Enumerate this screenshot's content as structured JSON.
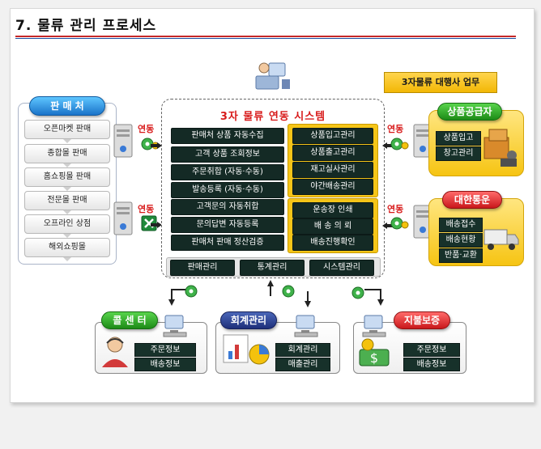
{
  "title": "7. 물류 관리 프로세스",
  "vendor_label": "3자물류 대행사 업무",
  "left": {
    "header": "판 매 처",
    "channels": [
      "오픈마켓 판매",
      "종합몰 판매",
      "홈쇼핑몰 판매",
      "전문몰 판매",
      "오프라인 상점",
      "해외쇼핑몰"
    ]
  },
  "link_label": "연동",
  "center": {
    "title": "3자 물류 연동 시스템",
    "dark_items": [
      "판매처 상품 자동수집",
      "고객 상품 조회정보",
      "주문취합 (자동·수동)",
      "발송등록 (자동·수동)",
      "고객문의 자동취합",
      "문의답변 자동등록",
      "판매처 판매 정산검증"
    ],
    "orange_top": [
      "상품입고관리",
      "상품출고관리",
      "재고실사관리",
      "야간배송관리"
    ],
    "orange_bottom": [
      "운송장 인쇄",
      "배 송 의 뢰",
      "배송진행확인"
    ],
    "bottom_items": [
      "판매관리",
      "통계관리",
      "시스템관리"
    ]
  },
  "supplier": {
    "header": "상품공급자",
    "items": [
      "상품입고",
      "창고관리"
    ]
  },
  "courier": {
    "header": "대한통운",
    "items": [
      "배송접수",
      "배송현황",
      "반품·교환"
    ]
  },
  "bottom_boxes": [
    {
      "header": "콜 센 터",
      "items": [
        "주문정보",
        "배송정보"
      ]
    },
    {
      "header": "회계관리",
      "items": [
        "회계관리",
        "매출관리"
      ]
    },
    {
      "header": "지불보증",
      "items": [
        "주문정보",
        "배송정보"
      ]
    }
  ],
  "colors": {
    "accent_red": "#d81b1b",
    "dark_box": "#142a25",
    "orange": "#f5c518",
    "title_rule_red": "#c62828",
    "title_rule_blue": "#1e4fa0"
  }
}
